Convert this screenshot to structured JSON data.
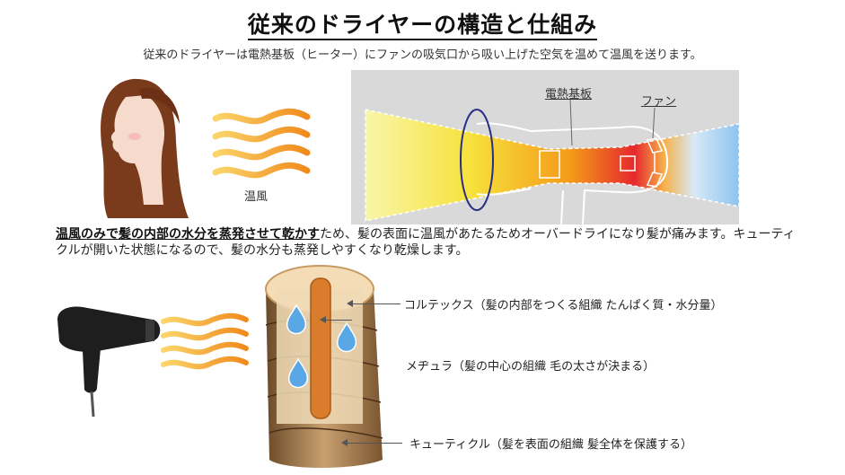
{
  "header": {
    "title": "従来のドライヤーの構造と仕組み",
    "subtitle": "従来のドライヤーは電熱基板（ヒーター）にファンの吸気口から吸い上げた空気を温めて温風を送ります。"
  },
  "illustration_top": {
    "warm_air_label": "温風",
    "heater_label": "電熱基板",
    "fan_label": "ファン"
  },
  "explanation": {
    "emphasis": "温風のみで髪の内部の水分を蒸発させて乾かす",
    "rest": "ため、髪の表面に温風があたるためオーバードライになり髪が痛みます。キューティクルが開いた状態になるので、髪の水分も蒸発しやすくなり乾燥します。"
  },
  "hair_structure": {
    "cortex": "コルテックス（髪の内部をつくる組織 たんぱく質・水分量）",
    "medulla": "メヂュラ（髪の中心の組織 毛の太さが決まる）",
    "cuticle": "キューティクル（髪を表面の組織 髪全体を保護する）"
  },
  "colors": {
    "panel_bg": "#d9d9d9",
    "heat_yellow": "#f7e23c",
    "heat_orange": "#f49a1a",
    "heat_red": "#e5282d",
    "cool_blue": "#9cc9ef",
    "warm_wave": "#f39a2b"
  }
}
